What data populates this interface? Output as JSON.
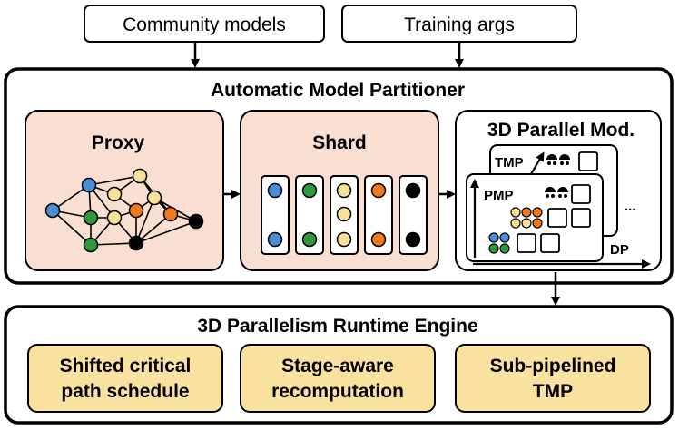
{
  "inputs": {
    "community_models": "Community models",
    "training_args": "Training args"
  },
  "partitioner": {
    "title": "Automatic Model Partitioner",
    "proxy_title": "Proxy",
    "shard_title": "Shard",
    "parallel_title": "3D Parallel Mod.",
    "tmp_label": "TMP",
    "pmp_label": "PMP",
    "dp_label": "DP",
    "ellipsis": "..."
  },
  "engine": {
    "title": "3D Parallelism Runtime Engine",
    "items": [
      {
        "line1": "Shifted critical",
        "line2": "path schedule"
      },
      {
        "line1": "Stage-aware",
        "line2": "recomputation"
      },
      {
        "line1": "Sub-pipelined",
        "line2": "TMP"
      }
    ]
  },
  "colors": {
    "blue": "#4a8fd6",
    "green": "#2f9a3a",
    "yellow": "#f7e19b",
    "orange": "#f07a1a",
    "black": "#000000",
    "panel_fill": "#f8dfd2",
    "engine_fill": "#f9e1a0"
  }
}
